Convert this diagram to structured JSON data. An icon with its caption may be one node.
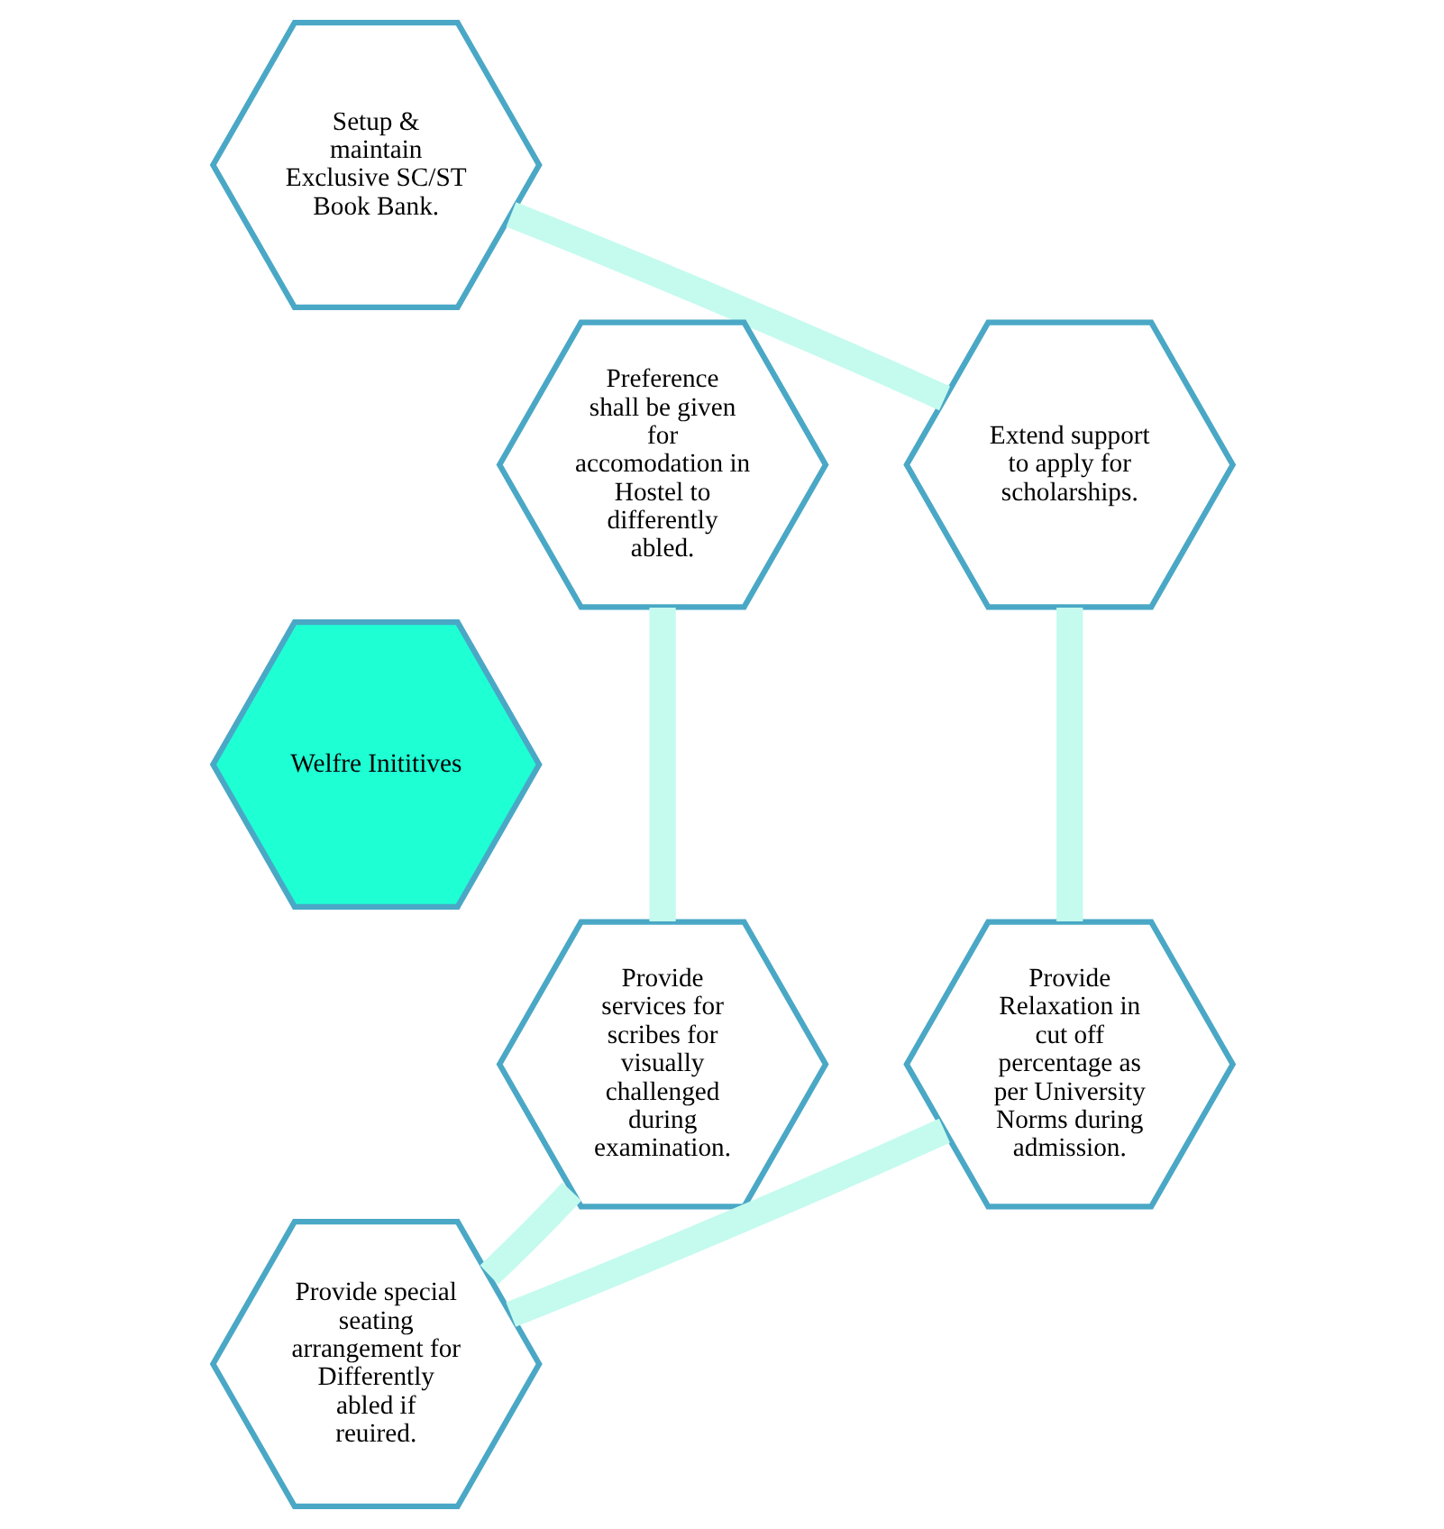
{
  "diagram": {
    "nodes": [
      {
        "text": [
          "Welfre Inititives"
        ]
      },
      {
        "text": [
          "Setup & maintain Exclusive SC/ST Book Bank."
        ]
      },
      {
        "text": [
          "Extend support to apply for scholarships."
        ]
      },
      {
        "text": [
          "Provide Relaxation in cut off percentage as per University Norms during admission."
        ]
      },
      {
        "text": [
          "Provide special seating arrangement for Differently abled if reuired."
        ]
      },
      {
        "text": [
          "Provide services for scribes for visually challenged during examination."
        ]
      },
      {
        "text": [
          "Preference shall be given for accomodation in Hostel to differently abled."
        ]
      }
    ],
    "edges": [
      {
        "from": 1,
        "to": 2,
        "arrow": "none"
      },
      {
        "from": 2,
        "to": 3,
        "arrow": "none"
      },
      {
        "from": 3,
        "to": 4,
        "arrow": "none"
      },
      {
        "from": 4,
        "to": 5,
        "arrow": "none"
      },
      {
        "from": 5,
        "to": 6,
        "arrow": "none"
      }
    ]
  }
}
